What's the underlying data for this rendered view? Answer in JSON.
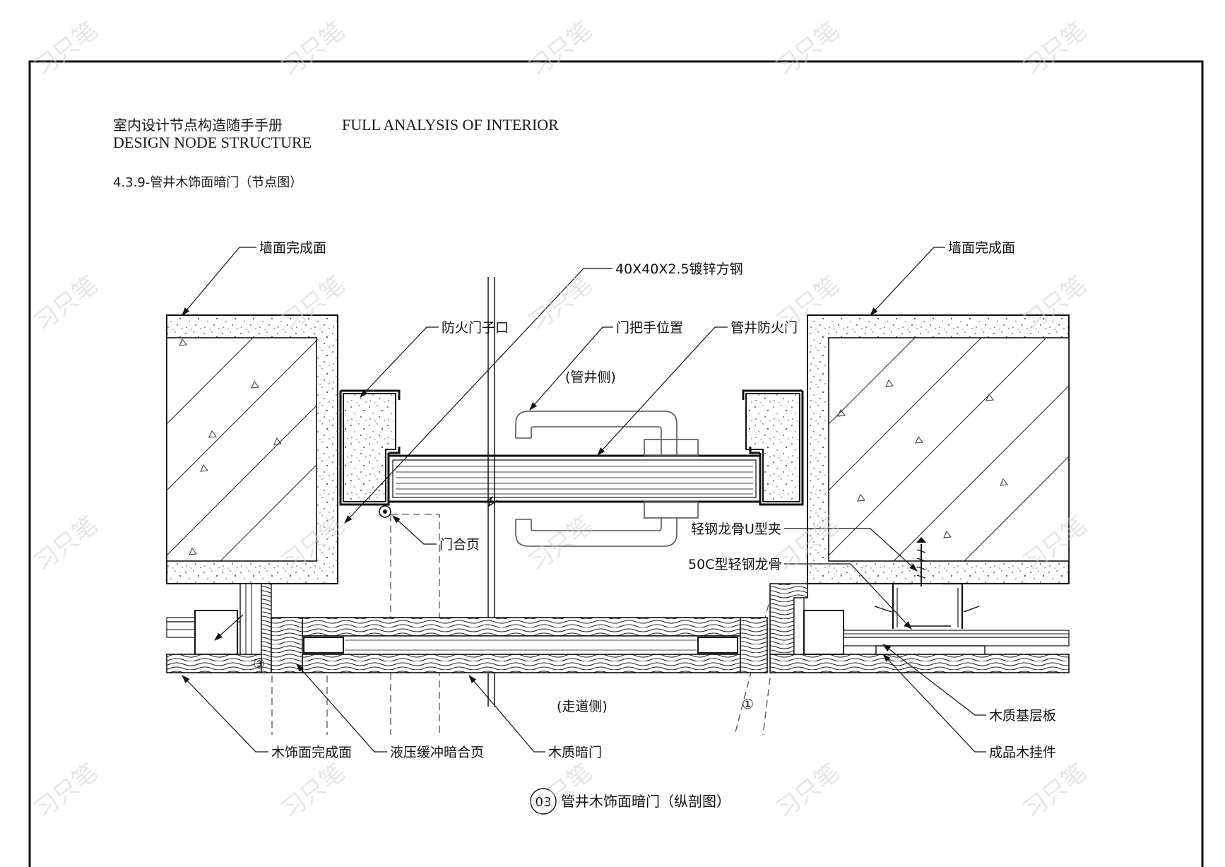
{
  "header": {
    "title_cn": "室内设计节点构造随手手册",
    "title_en_1": "FULL ANALYSIS OF INTERIOR",
    "title_en_2": "DESIGN NODE STRUCTURE",
    "section": "4.3.9-管井木饰面暗门（节点图）"
  },
  "labels": {
    "wall_finish_left": "墙面完成面",
    "wall_finish_right": "墙面完成面",
    "square_steel": "40X40X2.5镀锌方钢",
    "fire_door_notch": "防火门子口",
    "handle_position": "门把手位置",
    "shaft_fire_door": "管井防火门",
    "shaft_side": "(管井侧)",
    "hinge": "门合页",
    "u_clip": "轻钢龙骨U型夹",
    "c_keel": "50C型轻钢龙骨",
    "corridor_side": "(走道侧)",
    "wood_base_board": "木质基层板",
    "wood_hanger": "成品木挂件",
    "wood_finish_face": "木饰面完成面",
    "hydraulic_hinge": "液压缓冲暗合页",
    "wood_hidden_door": "木质暗门",
    "marker_1": "①",
    "marker_3": "③"
  },
  "caption": {
    "number": "03",
    "text": "管井木饰面暗门（纵剖图）"
  },
  "watermark": {
    "text": "习只笔"
  }
}
